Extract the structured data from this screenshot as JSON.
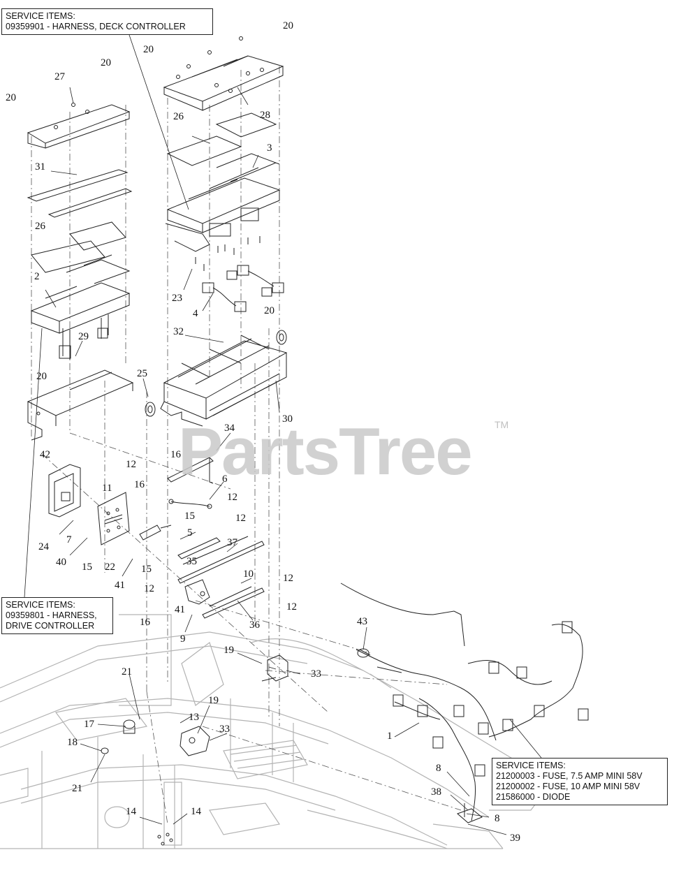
{
  "watermark": {
    "text": "PartsTree",
    "tm": "TM"
  },
  "service_boxes": {
    "deck": [
      "SERVICE ITEMS:",
      "09359901 - HARNESS, DECK CONTROLLER"
    ],
    "drive": [
      "SERVICE ITEMS:",
      "09359801 - HARNESS,",
      "DRIVE CONTROLLER"
    ],
    "fuse": [
      "SERVICE ITEMS:",
      "21200003 - FUSE, 7.5 AMP MINI 58V",
      "21200002 - FUSE, 10 AMP MINI 58V",
      "21586000 - DIODE"
    ]
  },
  "callouts": {
    "c20a": "20",
    "c20b": "20",
    "c20c": "20",
    "c20d": "20",
    "c20e": "20",
    "c20f": "20",
    "c27": "27",
    "c28": "28",
    "c26a": "26",
    "c26b": "26",
    "c3": "3",
    "c31": "31",
    "c2": "2",
    "c23": "23",
    "c4": "4",
    "c32": "32",
    "c29": "29",
    "c25": "25",
    "c30": "30",
    "c34": "34",
    "c16a": "16",
    "c16b": "16",
    "c16c": "16",
    "c12a": "12",
    "c12b": "12",
    "c12c": "12",
    "c12d": "12",
    "c12e": "12",
    "c12f": "12",
    "c42": "42",
    "c6": "6",
    "c11": "11",
    "c15a": "15",
    "c15b": "15",
    "c15c": "15",
    "c5": "5",
    "c7": "7",
    "c24": "24",
    "c40": "40",
    "c22": "22",
    "c41a": "41",
    "c41b": "41",
    "c35": "35",
    "c37": "37",
    "c10": "10",
    "c36": "36",
    "c9": "9",
    "c43": "43",
    "c19a": "19",
    "c19b": "19",
    "c33a": "33",
    "c33b": "33",
    "c21a": "21",
    "c21b": "21",
    "c17": "17",
    "c18": "18",
    "c13": "13",
    "c1": "1",
    "c14a": "14",
    "c14b": "14",
    "c8a": "8",
    "c8b": "8",
    "c38": "38",
    "c39": "39"
  }
}
